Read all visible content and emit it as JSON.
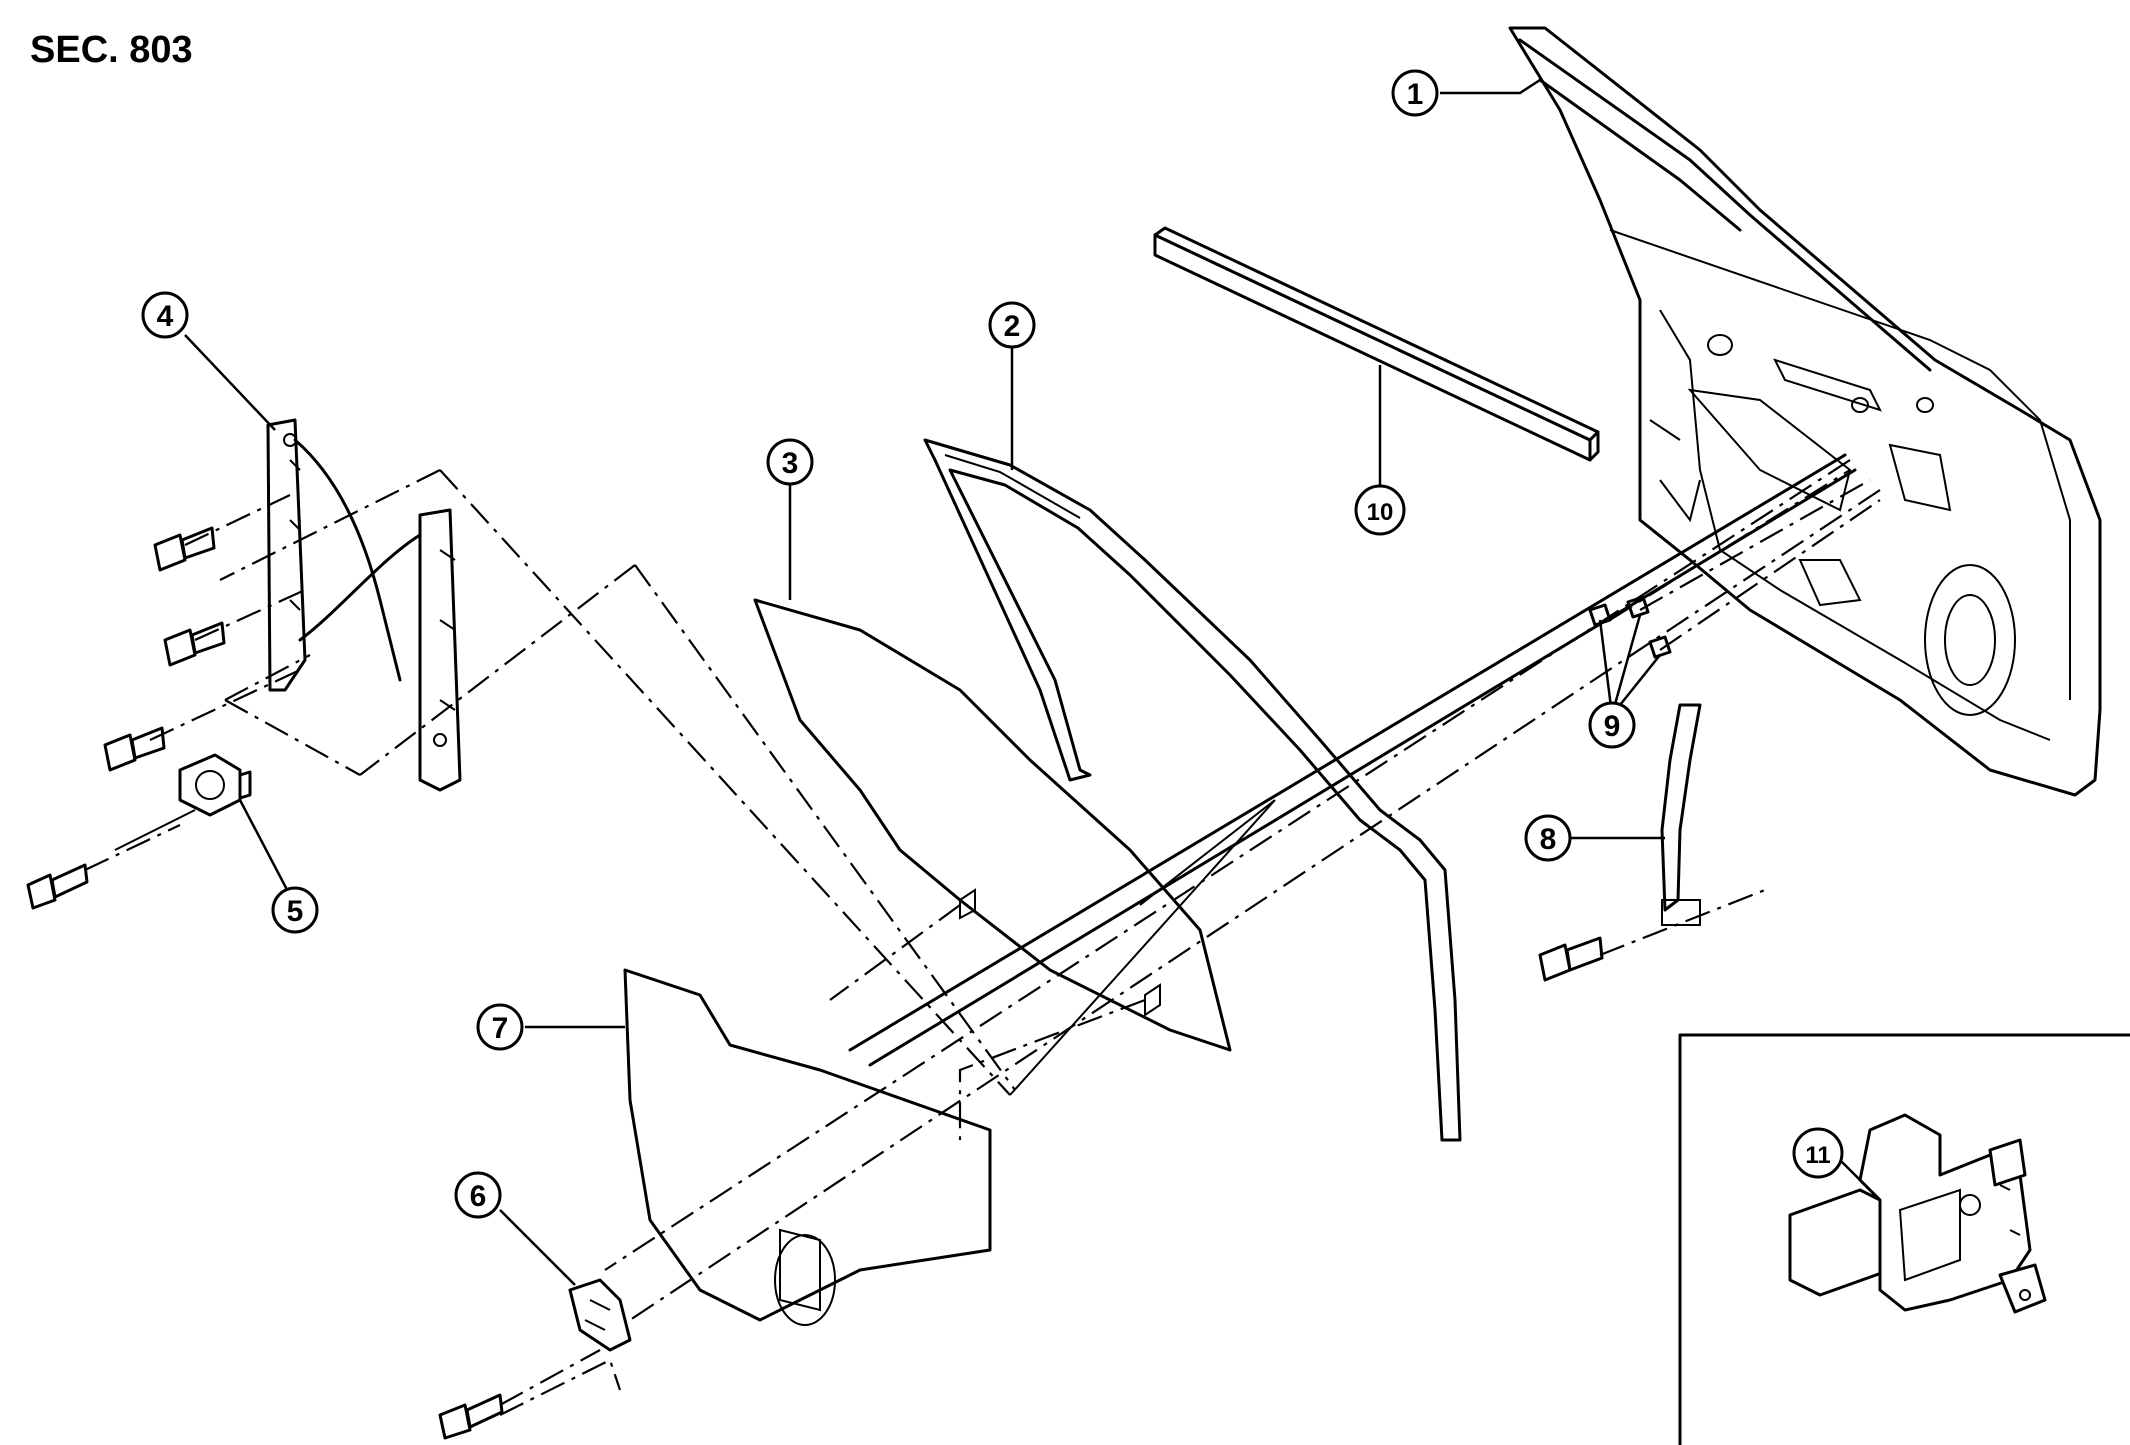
{
  "section_label": "SEC. 803",
  "callouts": [
    {
      "id": "1",
      "text": "1"
    },
    {
      "id": "2",
      "text": "2"
    },
    {
      "id": "3",
      "text": "3"
    },
    {
      "id": "4",
      "text": "4"
    },
    {
      "id": "5",
      "text": "5"
    },
    {
      "id": "6",
      "text": "6"
    },
    {
      "id": "7",
      "text": "7"
    },
    {
      "id": "8",
      "text": "8"
    },
    {
      "id": "9",
      "text": "9"
    },
    {
      "id": "10",
      "text": "10"
    },
    {
      "id": "11",
      "text": "11"
    }
  ]
}
